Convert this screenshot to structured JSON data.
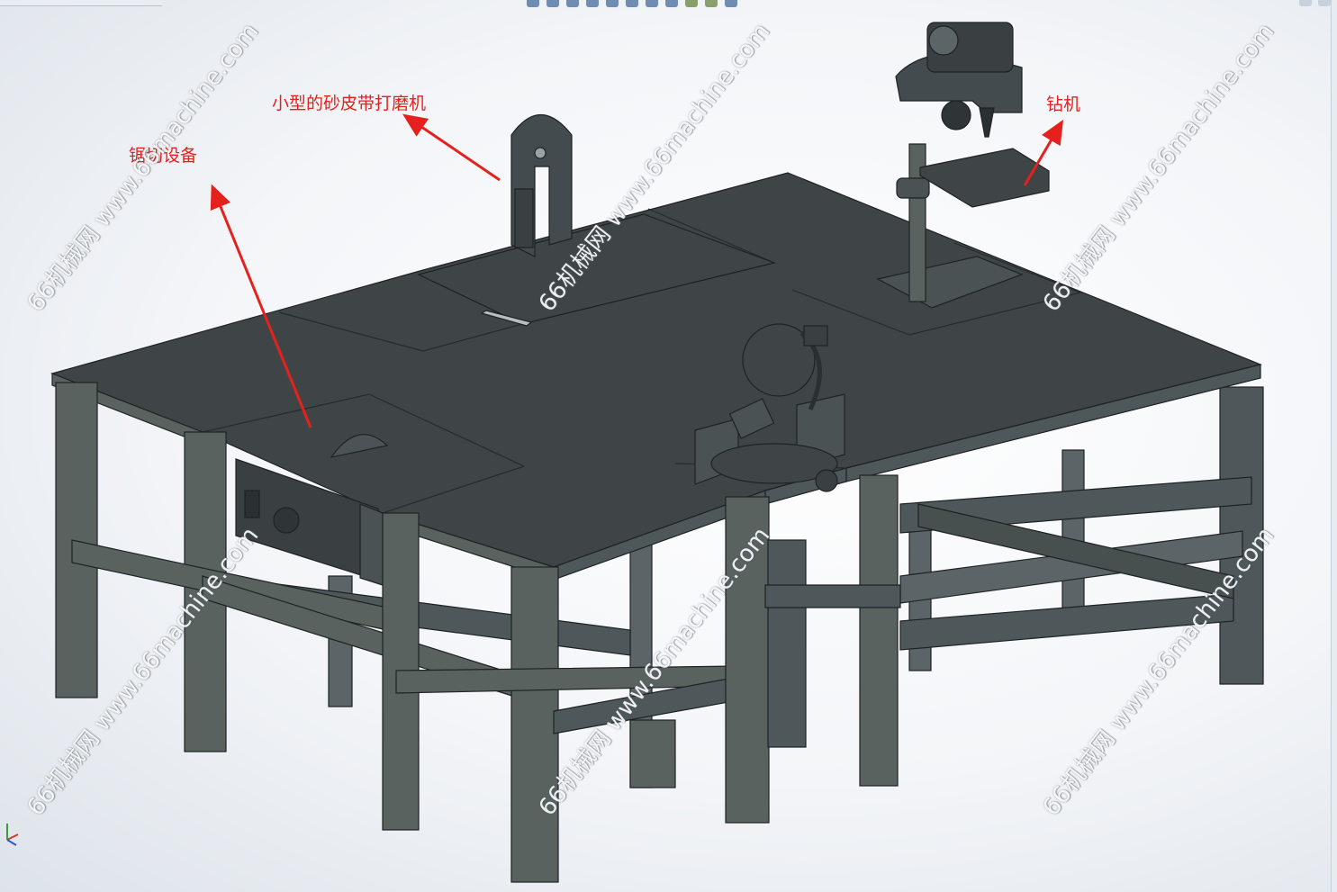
{
  "annotations": {
    "sander": "小型的砂皮带打磨机",
    "saw": "锯切设备",
    "drill": "钻机"
  },
  "watermark": {
    "text": "66机械网 www.66machine.com"
  },
  "icons": {
    "heads_up_toolbar": [
      "zoom-to-fit-icon",
      "zoom-area-icon",
      "previous-view-icon",
      "section-view-icon",
      "dynamic-annotation-icon",
      "view-orientation-icon",
      "display-style-icon",
      "hide-show-icon",
      "edit-appearance-icon",
      "apply-scene-icon",
      "view-settings-icon"
    ],
    "triad": "coordinate-triad-icon"
  },
  "colors": {
    "annotation": "#e5211d",
    "steel_face": "#3f4547",
    "steel_side": "#5b6467",
    "steel_edge": "#1e2224"
  }
}
